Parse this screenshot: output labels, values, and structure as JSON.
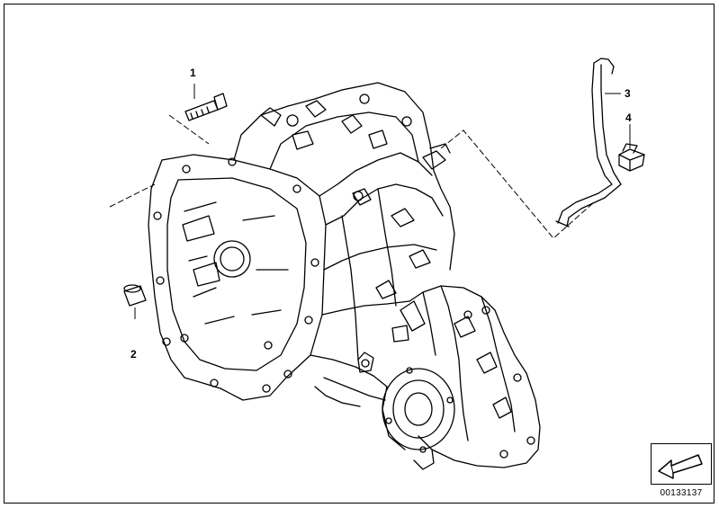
{
  "diagram": {
    "labels": [
      {
        "id": "1",
        "text": "1"
      },
      {
        "id": "2",
        "text": "2"
      },
      {
        "id": "3",
        "text": "3"
      },
      {
        "id": "4",
        "text": "4"
      }
    ],
    "drawing_number": "00133137",
    "nav_icon": "arrow-left-icon",
    "line_color": "#000000",
    "background": "#ffffff"
  }
}
